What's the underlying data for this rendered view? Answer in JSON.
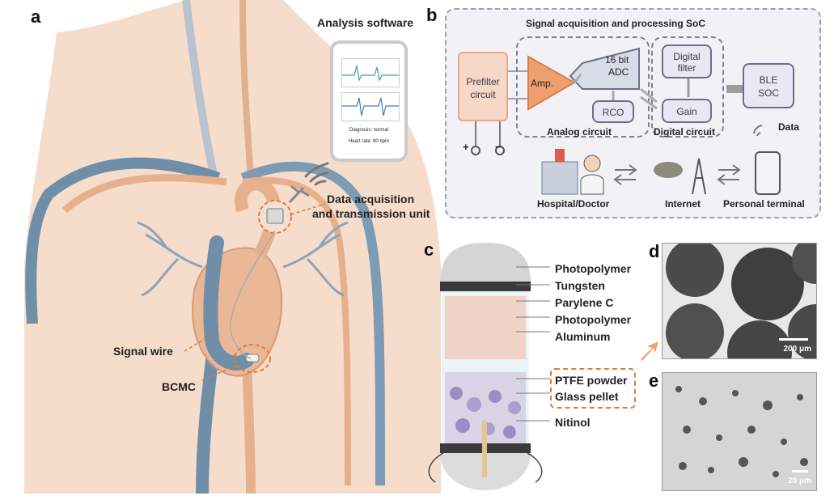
{
  "panels": {
    "a": "a",
    "b": "b",
    "c": "c",
    "d": "d",
    "e": "e"
  },
  "panel_a": {
    "analysis_software": "Analysis software",
    "phone_diagnosis": "Diagnosis: normal",
    "phone_heart_rate": "Heart rate: 80 bpm",
    "data_unit_line1": "Data acquisition",
    "data_unit_line2": "and transmission unit",
    "signal_wire": "Signal wire",
    "bcmc": "BCMC"
  },
  "panel_b": {
    "title": "Signal acquisition and processing SoC",
    "prefilter_line1": "Prefilter",
    "prefilter_line2": "circuit",
    "amp": "Amp.",
    "adc_line1": "16 bit",
    "adc_line2": "ADC",
    "rco": "RCO",
    "digital_filter_line1": "Digital",
    "digital_filter_line2": "filter",
    "gain": "Gain",
    "ble_line1": "BLE",
    "ble_line2": "SOC",
    "analog_circuit": "Analog circuit",
    "digital_circuit": "Digital circuit",
    "data": "Data",
    "plus": "+",
    "minus": "−",
    "hospital": "Hospital/Doctor",
    "internet": "Internet",
    "personal_terminal": "Personal terminal"
  },
  "panel_c": {
    "layers": [
      "Photopolymer",
      "Tungsten",
      "Parylene C",
      "Photopolymer",
      "Aluminum"
    ],
    "ptfe": "PTFE powder",
    "glass": "Glass pellet",
    "nitinol": "Nitinol"
  },
  "panel_d": {
    "scale": "200 μm"
  },
  "panel_e": {
    "scale": "20 μm"
  },
  "colors": {
    "heart": "#e8b48f",
    "vessel_blue": "#6f8ea8",
    "body": "#f5d9c8",
    "orange_accent": "#e07b3a",
    "panel_b_bg": "#f2f2f6"
  }
}
